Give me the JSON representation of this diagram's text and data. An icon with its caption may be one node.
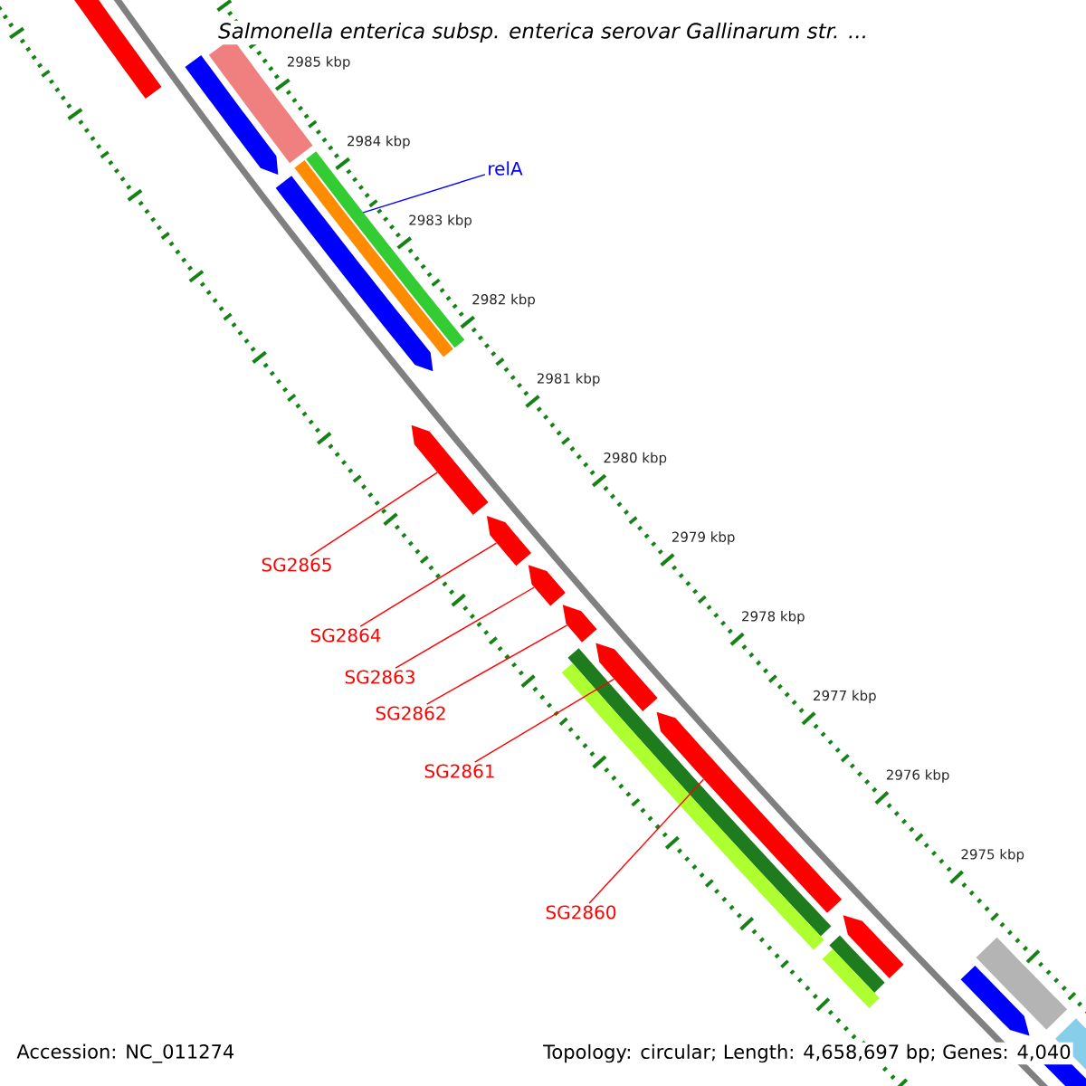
{
  "diagram": {
    "title": "Salmonella enterica subsp. enterica serovar Gallinarum str. ...",
    "nodes": [
      {
        "text": [
          "relA"
        ]
      },
      {
        "text": [],
        "shape": "bar"
      },
      {
        "text": [
          "SG2865"
        ]
      },
      {
        "text": [],
        "shape": "bar"
      },
      {
        "text": [
          "SG2864"
        ]
      },
      {
        "text": [],
        "shape": "bar"
      },
      {
        "text": [
          "SG2863"
        ]
      },
      {
        "text": [],
        "shape": "bar"
      },
      {
        "text": [
          "SG2862"
        ]
      },
      {
        "text": [],
        "shape": "bar"
      },
      {
        "text": [
          "SG2861"
        ]
      },
      {
        "text": [],
        "shape": "bar"
      },
      {
        "text": [
          "SG2860"
        ]
      },
      {
        "text": [],
        "shape": "bar"
      },
      {
        "text": [],
        "shape": "bar"
      }
    ],
    "edges": [
      {
        "from": 0,
        "to": 1,
        "arrow": "none",
        "color": "#0000ff"
      },
      {
        "from": 2,
        "to": 3,
        "arrow": "none"
      },
      {
        "from": 4,
        "to": 5,
        "arrow": "none"
      },
      {
        "from": 6,
        "to": 7,
        "arrow": "none"
      },
      {
        "from": 8,
        "to": 9,
        "arrow": "none"
      },
      {
        "from": 10,
        "to": 11,
        "arrow": "none"
      },
      {
        "from": 12,
        "to": 13,
        "arrow": "none"
      }
    ],
    "labels": [
      "2985 kbp",
      "2984 kbp",
      "2983 kbp",
      "2982 kbp",
      "2981 kbp",
      "2980 kbp",
      "2979 kbp",
      "2978 kbp",
      "2977 kbp",
      "2976 kbp",
      "2975 kbp",
      "Accession: NC_011274",
      "Topology: circular; Length: 4,658,697 bp; Genes: 4,040"
    ]
  }
}
